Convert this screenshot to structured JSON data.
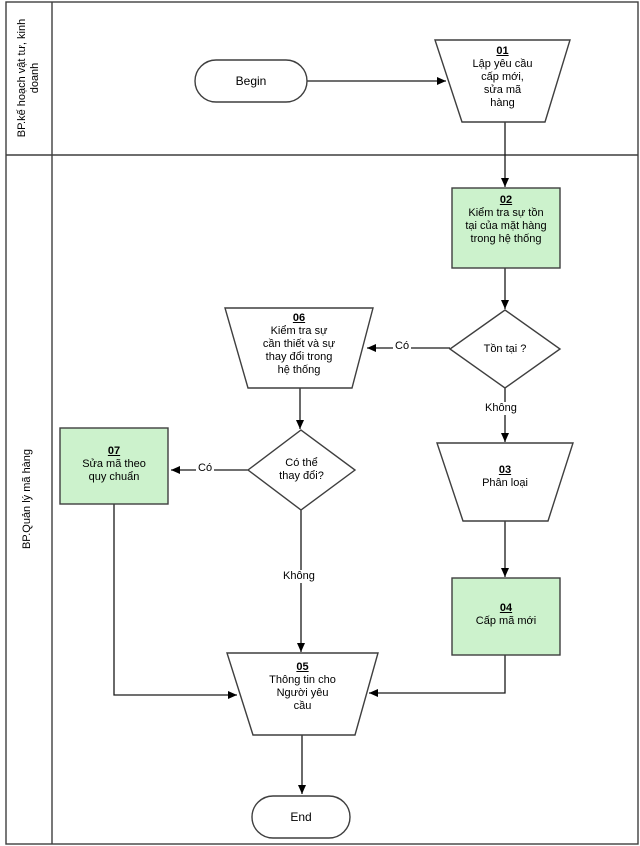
{
  "diagram": {
    "lanes": [
      {
        "label": "BP.kế hoạch vật tư, kinh doanh"
      },
      {
        "label": "BP.Quản lý mã hàng"
      }
    ],
    "terminators": {
      "begin": "Begin",
      "end": "End"
    },
    "nodes": {
      "n01": {
        "id": "01",
        "label": "Lập yêu cầu\ncấp mới,\nsửa mã\nhàng"
      },
      "n02": {
        "id": "02",
        "label": "Kiểm tra sự tồn\ntại của mặt hàng\ntrong hệ thống"
      },
      "n03": {
        "id": "03",
        "label": "Phân loại"
      },
      "n04": {
        "id": "04",
        "label": "Cấp mã mới"
      },
      "n05": {
        "id": "05",
        "label": "Thông tin cho\nNgười yêu\ncầu"
      },
      "n06": {
        "id": "06",
        "label": "Kiểm tra sự\ncần thiết và sự\nthay đổi trong\nhệ thống"
      },
      "n07": {
        "id": "07",
        "label": "Sửa mã theo\nquy chuẩn"
      }
    },
    "decisions": {
      "d1": {
        "label": "Tồn tại ?"
      },
      "d2": {
        "label": "Có thể\nthay đổi?"
      }
    },
    "edge_labels": {
      "d1_yes": "Có",
      "d1_no": "Không",
      "d2_yes": "Có",
      "d2_no": "Không"
    },
    "colors": {
      "highlight_fill": "#ccf2cc",
      "shape_stroke": "#3f3f3f",
      "connector": "#1a1a1a"
    }
  }
}
